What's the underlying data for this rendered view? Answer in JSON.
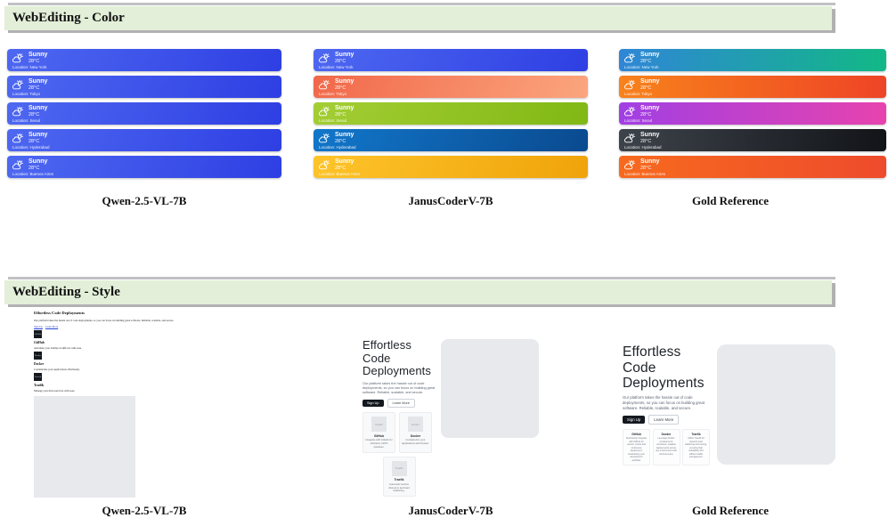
{
  "theme": {
    "header_bg": "#e3efd8",
    "header_shadow": "#b1b1b4",
    "link_color": "#2745d4",
    "button_dark_bg": "#14181f",
    "placeholder_gray": "#e7e9ec"
  },
  "sections": {
    "color": {
      "title": "WebEditing - Color",
      "weather": {
        "condition": "Sunny",
        "temperature": "28°C",
        "location_prefix": "Location:"
      },
      "columns": [
        {
          "model": "Qwen-2.5-VL-7B",
          "gradient_direction": "115deg",
          "cards": [
            {
              "location": "New York",
              "colors": [
                "#4e68f1",
                "#2e3fe3"
              ]
            },
            {
              "location": "Tokyo",
              "colors": [
                "#4e68f1",
                "#2e3fe3"
              ]
            },
            {
              "location": "Seoul",
              "colors": [
                "#4e68f1",
                "#2e3fe3"
              ]
            },
            {
              "location": "Hyderabad",
              "colors": [
                "#4e68f1",
                "#2e3fe3"
              ]
            },
            {
              "location": "Buenos Aires",
              "colors": [
                "#4e68f1",
                "#2e3fe3"
              ]
            }
          ]
        },
        {
          "model": "JanusCoderV-7B",
          "gradient_direction": "115deg",
          "cards": [
            {
              "location": "New York",
              "colors": [
                "#4e68f1",
                "#2e3fe3"
              ]
            },
            {
              "location": "Tokyo",
              "colors": [
                "#f1684a",
                "#fba67e"
              ]
            },
            {
              "location": "Seoul",
              "colors": [
                "#a4ce34",
                "#80b815"
              ]
            },
            {
              "location": "Hyderabad",
              "colors": [
                "#1277cb",
                "#0a4a8f"
              ]
            },
            {
              "location": "Buenos Aires",
              "colors": [
                "#fdc42a",
                "#f0a30a"
              ]
            }
          ]
        },
        {
          "model": "Gold Reference",
          "gradient_direction": "90deg",
          "cards": [
            {
              "location": "New York",
              "colors": [
                "#2f86d6",
                "#12b886"
              ]
            },
            {
              "location": "Tokyo",
              "colors": [
                "#f8821b",
                "#ee4426"
              ]
            },
            {
              "location": "Seoul",
              "colors": [
                "#a13fe3",
                "#e743ae"
              ]
            },
            {
              "location": "Hyderabad",
              "colors": [
                "#3d434b",
                "#121418"
              ]
            },
            {
              "location": "Buenos Aires",
              "colors": [
                "#f76a1e",
                "#ee4b2c"
              ]
            }
          ]
        }
      ]
    },
    "style": {
      "title": "WebEditing - Style",
      "panels": {
        "qwen": {
          "model": "Qwen-2.5-VL-7B",
          "heading": "Effortless Code Deployments",
          "paragraph": "Our platform takes the hassle out of code deployments, so you can focus on building great software. Reliable, scalable, and secure.",
          "links": [
            "Sign Up",
            "Learn More"
          ],
          "features": [
            {
              "name": "GitHub",
              "desc": "Automate your GitOps workflows with ease."
            },
            {
              "name": "Docker",
              "desc": "Containerize your applications effortlessly."
            },
            {
              "name": "Traefik",
              "desc": "Manage your microservices with ease."
            }
          ]
        },
        "janus": {
          "model": "JanusCoderV-7B",
          "heading": "Effortless Code Deployments",
          "paragraph": "Our platform takes the hassle out of code deployments, so you can focus on building great software. Reliable, scalable, and secure.",
          "buttons": [
            "Sign Up",
            "Learn More"
          ],
          "features": [
            {
              "name": "GitHub",
              "desc": "Integrate with GitHub for effortless CI/CD pipelines."
            },
            {
              "name": "Docker",
              "desc": "Containerize your applications with Docker."
            },
            {
              "name": "Traefik",
              "desc": "Automatic service discovery and load balancing."
            }
          ]
        },
        "gold": {
          "model": "Gold Reference",
          "heading": "Effortless Code Deployments",
          "paragraph": "Our platform takes the hassle out of code deployments, so you can focus on building great software. Reliable, scalable, and secure.",
          "buttons": [
            "Sign Up",
            "Learn More"
          ],
          "features": [
            {
              "name": "GitHub",
              "desc": "Seamlessly integrate with GitHub for version control and continuous deployment, streamlining your development workflow."
            },
            {
              "name": "Docker",
              "desc": "Leverage Docker containers for consistent, scalable deployments across any environment with minimal setup."
            },
            {
              "name": "Traefik",
              "desc": "Utilize Traefik for dynamic load balancing and routing, ensuring high availability and efficient traffic management."
            }
          ]
        }
      }
    }
  }
}
